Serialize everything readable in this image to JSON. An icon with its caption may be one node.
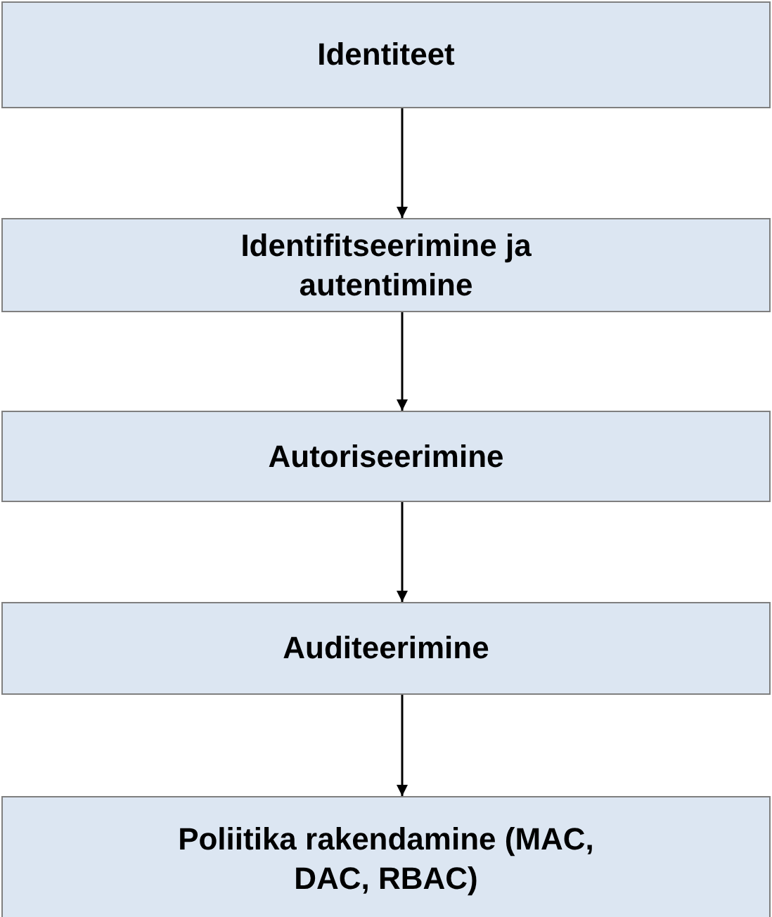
{
  "diagram": {
    "nodes": [
      {
        "text": [
          "Identiteet"
        ]
      },
      {
        "text": [
          "Identifitseerimine ja autentimine"
        ]
      },
      {
        "text": [
          "Autoriseerimine"
        ]
      },
      {
        "text": [
          "Auditeerimine"
        ]
      },
      {
        "text": [
          "Poliitika rakendamine (MAC, DAC, RBAC)"
        ]
      }
    ],
    "edges": [
      {
        "from": 0,
        "to": 1,
        "arrow": "to"
      },
      {
        "from": 1,
        "to": 2,
        "arrow": "to"
      },
      {
        "from": 2,
        "to": 3,
        "arrow": "to"
      },
      {
        "from": 3,
        "to": 4,
        "arrow": "to"
      }
    ]
  }
}
